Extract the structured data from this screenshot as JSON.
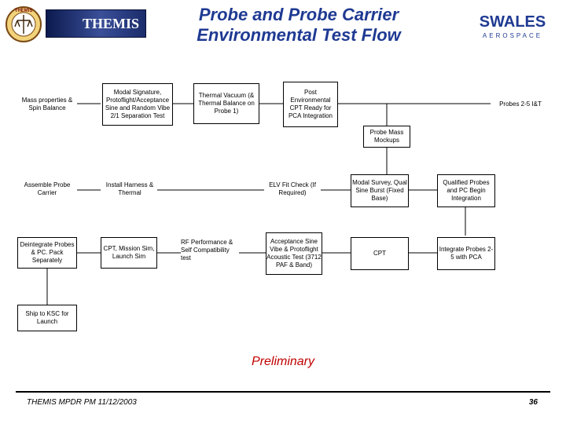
{
  "header": {
    "title_line1": "Probe and Probe Carrier",
    "title_line2": "Environmental Test Flow",
    "themis_badge": "THEMIS",
    "themis_banner": "THEMIS",
    "swales_name": "SWALES",
    "swales_sub": "AEROSPACE"
  },
  "flow": {
    "mass_properties": "Mass properties & Spin Balance",
    "modal_signature": "Modal Signature, Protoflight/Acceptance Sine and Random Vibe 2/1 Separation Test",
    "thermal_vacuum": "Thermal Vacuum (& Thermal Balance on Probe 1)",
    "post_env_cpt": "Post Environmental CPT Ready for PCA Integration",
    "probes_it": "Probes 2-5 I&T",
    "probe_mass_mockups": "Probe Mass Mockups",
    "assemble_carrier": "Assemble Probe Carrier",
    "install_harness": "Install Harness & Thermal",
    "elv_fit_check": "ELV Fit Check (If Required)",
    "modal_survey": "Modal Survey, Qual Sine Burst (Fixed Base)",
    "qualified_probes": "Qualified Probes and PC Begin Integration",
    "deintegrate": "Deintegrate Probes & PC. Pack Separately",
    "cpt_mission_sim": "CPT, Mission Sim, Launch Sim",
    "rf_performance": "RF Performance & Self Compatibility test",
    "acceptance_sine": "Acceptance Sine Vibe & Protoflight Acoustic Test (3712 PAF & Band)",
    "cpt": "CPT",
    "integrate_probes": "Integrate Probes 2-5 with PCA",
    "ship_ksc": "Ship to KSC for Launch"
  },
  "status": "Preliminary",
  "footer": {
    "left": "THEMIS MPDR PM 11/12/2003",
    "page": "36"
  },
  "colors": {
    "title": "#1f3a93",
    "status": "#c00000",
    "swales": "#1f3a93"
  }
}
